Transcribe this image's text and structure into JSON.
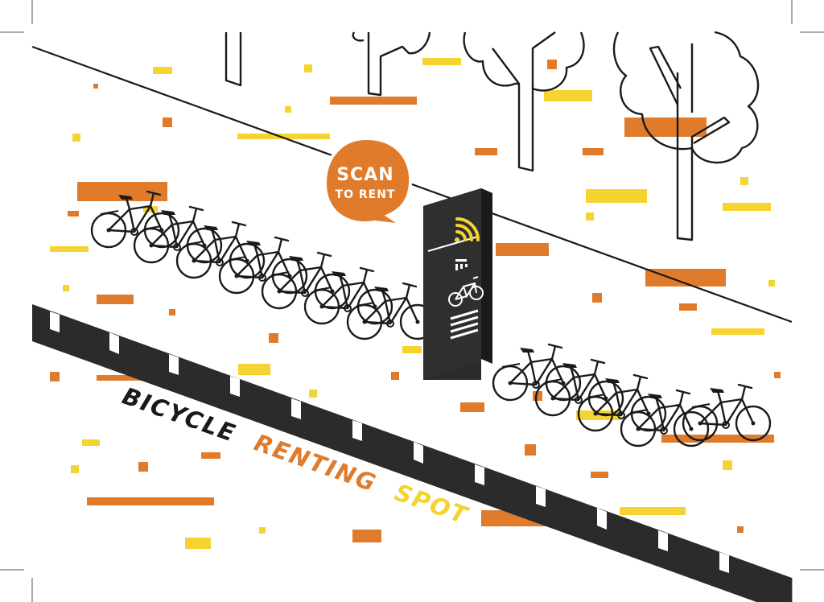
{
  "bubble": {
    "line1": "SCAN",
    "line2": "TO RENT"
  },
  "title": {
    "word1": "BICYCLE",
    "word2": "RENTING",
    "word3": "SPOT"
  },
  "colors": {
    "orange": "#e07b2b",
    "yellow": "#f5d330",
    "dark": "#2b2b2b",
    "line": "#1a1a1a"
  },
  "icons": {
    "kiosk_signal": "wifi-icon",
    "kiosk_bike": "bicycle-icon"
  },
  "scene": {
    "bikes_left_group": 7,
    "bikes_right_group": 5
  }
}
